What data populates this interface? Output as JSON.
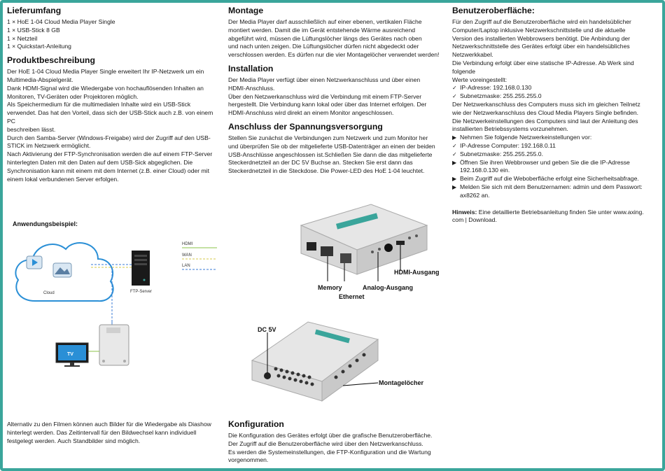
{
  "col1": {
    "lieferumfang": {
      "title": "Lieferumfang",
      "items": [
        "1 × HoE 1-04 Cloud Media Player Single",
        "1 × USB-Stick 8 GB",
        "1 × Netzteil",
        "1 × Quickstart-Anleitung"
      ]
    },
    "produkt": {
      "title": "Produktbeschreibung",
      "lines": [
        "Der HoE 1-04 Cloud Media Player Single erweitert Ihr IP-Netzwerk um ein",
        "Multimedia-Abspielgerät.",
        "Dank HDMI-Signal wird die Wiedergabe von hochauflösenden Inhalten an",
        "Monitoren, TV-Geräten oder Projektoren möglich.",
        "Als Speichermedium für die multimedialen Inhalte wird ein USB-Stick",
        "verwendet. Das hat den Vorteil, dass sich der USB-Stick auch z.B. von einem PC",
        "beschreiben lässt.",
        "Durch den Samba-Server (Windows-Freigabe) wird der Zugriff auf den USB-",
        "STICK im Netzwerk ermöglicht.",
        "Nach Aktivierung der FTP-Synchronisation werden die auf einem FTP-Server",
        "hinterlegten Daten mit den Daten auf dem USB-Sick abgeglichen. Die",
        "Synchronisation kann mit einem mit dem Internet (z.B. einer Cloud) oder mit",
        "einem lokal verbundenen Server erfolgen."
      ]
    },
    "anwendung": {
      "title": "Anwendungsbeispiel:",
      "cloud_label": "Cloud",
      "ftp_label": "FTP-Server",
      "tv_label": "TV",
      "legend": [
        "HDMI",
        "WAN",
        "LAN"
      ],
      "colors": {
        "hdmi": "#8bc34a",
        "wan": "#d6c84a",
        "lan": "#3a7bd5",
        "cloud": "#2a8fd6"
      }
    },
    "diashow": [
      "Alternativ zu den Filmen können auch Bilder für die Wiedergabe als Diashow",
      "hinterlegt werden. Das Zeitintervall für den Bildwechsel kann individuell",
      "festgelegt werden. Auch Standbilder sind möglich."
    ]
  },
  "col2": {
    "montage": {
      "title": "Montage",
      "lines": [
        "Der Media Player darf ausschließlich auf einer ebenen, vertikalen Fläche",
        "montiert werden. Damit die im Gerät entstehende Wärme ausreichend",
        "abgeführt wird, müssen die Lüftungslöcher längs des Gerätes nach oben",
        "und nach unten zeigen. Die Lüftungslöcher dürfen nicht abgedeckt oder",
        "verschlossen werden. Es dürfen nur die vier Montagelöcher verwendet werden!"
      ]
    },
    "installation": {
      "title": "Installation",
      "lines": [
        "Der Media Player verfügt über einen Netzwerkanschluss und über einen",
        "HDMI-Anschluss.",
        "Über den Netzwerkanschluss wird die Verbindung mit einem FTP-Server",
        "hergestellt. Die Verbindung kann lokal oder über das Internet erfolgen. Der",
        "HDMI-Anschluss wird direkt an einem Monitor angeschlossen."
      ]
    },
    "spannung": {
      "title": "Anschluss der Spannungsversorgung",
      "lines": [
        "Stellen Sie zunächst die Verbindungen zum Netzwerk und zum Monitor her",
        "und überprüfen Sie ob der mitgelieferte USB-Datenträger an einen der beiden",
        "USB-Anschlüsse angeschlossen ist.Schließen Sie dann die das mitgelieferte",
        "Steckerdnetzteil an der DC 5V Buchse an. Stecken Sie erst dann das",
        "Steckerdnetzteil in die Steckdose. Die Power-LED des HoE 1-04 leuchtet."
      ]
    },
    "device_labels": {
      "memory": "Memory",
      "ethernet": "Ethernet",
      "analog": "Analog-Ausgang",
      "hdmi": "HDMI-Ausgang",
      "dc": "DC 5V",
      "montagelocher": "Montagelöcher"
    },
    "konfiguration": {
      "title": "Konfiguration",
      "lines": [
        "Die Konfiguration des Gerätes erfolgt über die grafische Benutzeroberfläche.",
        "Der Zugriff auf die Benutzeroberfläche wird über den Netzwerkanschluss.",
        "Es werden die Systemeinstellungen, die FTP-Konfiguration und die Wartung",
        "vorgenommen."
      ]
    }
  },
  "col3": {
    "title": "Benutzeroberfläche:",
    "intro": [
      "Für den Zugriff auf die Benutzeroberfläche wird ein handelsüblicher",
      "Computer/Laptop inklusive Netzwerkschnittstelle und die aktuelle",
      "Version des installierten Webbrowsers benötigt. Die Anbindung der",
      "Netzwerkschnittstelle des Gerätes erfolgt über ein handelsübliches",
      "Netzwerkkabel.",
      "Die Verbindung erfolgt über eine statische IP-Adresse. Ab Werk sind folgende",
      "Werte voreingestellt:"
    ],
    "defaults": [
      "IP-Adresse: 192.168.0.130",
      "Subnetzmaske: 255.255.255.0"
    ],
    "middle": [
      "Der Netzwerkanschluss des Computers muss sich im gleichen Teilnetz",
      "wie der Netzwerkanschluss des Cloud Media Players Single befinden.",
      "Die Netzwerkeinstellungen des Computers sind laut der Anleitung des",
      "installierten Betriebssystems vorzunehmen."
    ],
    "step1": "Nehmen Sie folgende Netzwerkeinstellungen vor:",
    "settings": [
      "IP-Adresse Computer: 192.168.0.11",
      "Subnetzmaske: 255.255.255.0."
    ],
    "step2": [
      "Öffnen Sie ihren Webbrowser und geben Sie die die IP-Adresse",
      "192.168.0.130 ein."
    ],
    "step3": "Beim Zugriff auf die Weboberfläche erfolgt eine Sicherheitsabfrage.",
    "step4": [
      "Melden Sie sich mit dem Benutzernamen: admin und dem Passwort:",
      "ax8262 an."
    ],
    "hint_label": "Hinweis:",
    "hint_text": " Eine detaillierte Betriebsanleitung finden Sie unter www.axing.",
    "hint_text2": "com | Download."
  }
}
